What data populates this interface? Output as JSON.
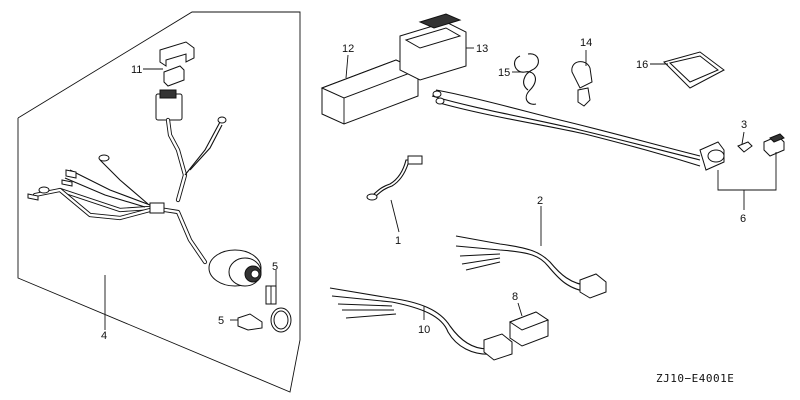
{
  "diagram": {
    "code": "ZJ10−E4001E",
    "callouts": [
      {
        "id": "c1",
        "text": "1"
      },
      {
        "id": "c2",
        "text": "2"
      },
      {
        "id": "c3",
        "text": "3"
      },
      {
        "id": "c4",
        "text": "4"
      },
      {
        "id": "c5a",
        "text": "5"
      },
      {
        "id": "c5b",
        "text": "5"
      },
      {
        "id": "c6",
        "text": "6"
      },
      {
        "id": "c8",
        "text": "8"
      },
      {
        "id": "c10",
        "text": "10"
      },
      {
        "id": "c11",
        "text": "11"
      },
      {
        "id": "c12",
        "text": "12"
      },
      {
        "id": "c13",
        "text": "13"
      },
      {
        "id": "c14",
        "text": "14"
      },
      {
        "id": "c15",
        "text": "15"
      },
      {
        "id": "c16",
        "text": "16"
      }
    ]
  }
}
